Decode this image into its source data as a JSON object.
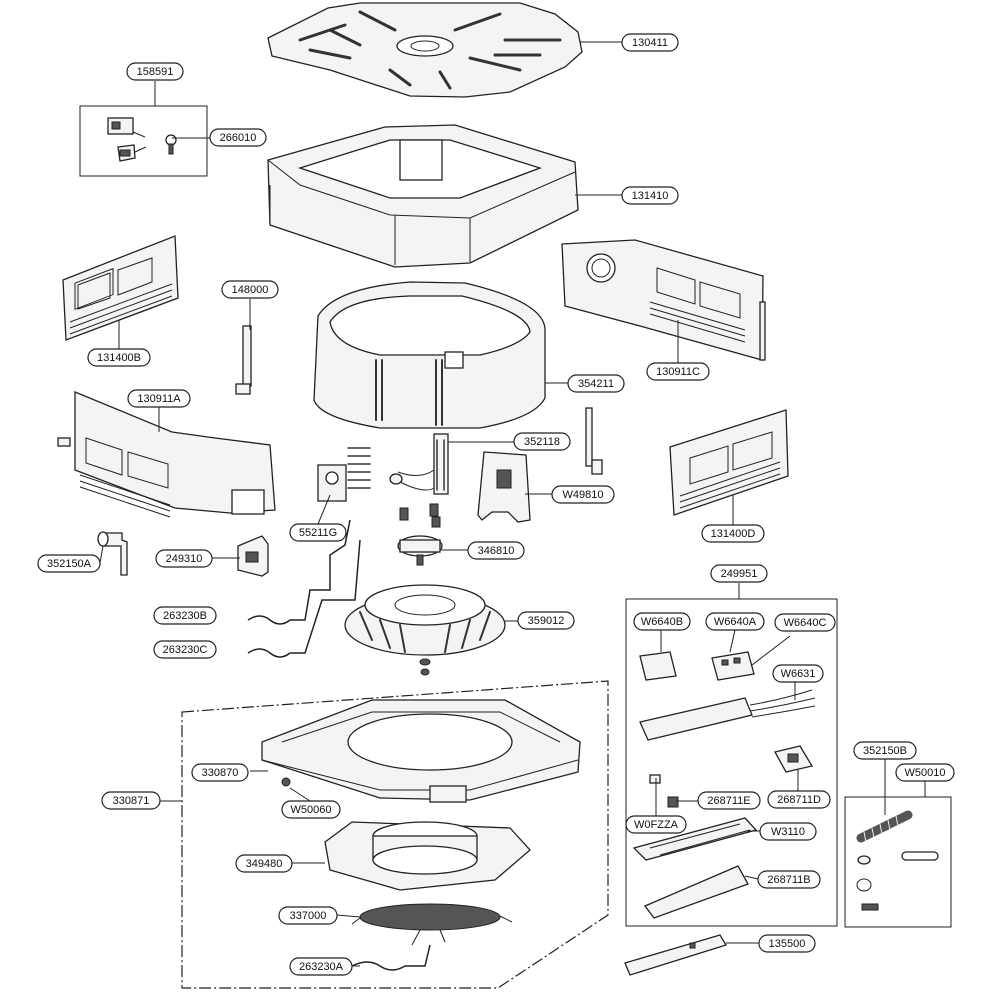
{
  "labels": {
    "p130411": "130411",
    "p158591": "158591",
    "p266010": "266010",
    "p131410": "131410",
    "p131400B": "131400B",
    "p148000": "148000",
    "p130911C": "130911C",
    "p354211": "354211",
    "p130911A": "130911A",
    "p352118": "352118",
    "p55211G": "55211G",
    "pW49810": "W49810",
    "p131400D": "131400D",
    "p352150A": "352150A",
    "p249310": "249310",
    "p346810": "346810",
    "p249951": "249951",
    "p263230B": "263230B",
    "p359012": "359012",
    "p263230C": "263230C",
    "pW6640B": "W6640B",
    "pW6640A": "W6640A",
    "pW6640C": "W6640C",
    "pW6631": "W6631",
    "p330870": "330870",
    "p330871": "330871",
    "pW50060": "W50060",
    "p352150B": "352150B",
    "pW50010": "W50010",
    "p268711E": "268711E",
    "p268711D": "268711D",
    "pW0FZZA": "W0FZZA",
    "pW3110": "W3110",
    "p349480": "349480",
    "p268711B": "268711B",
    "p337000": "337000",
    "p135500": "135500",
    "p263230A": "263230A"
  }
}
